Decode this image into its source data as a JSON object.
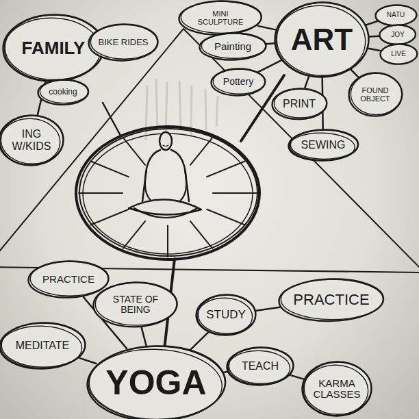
{
  "diagram": {
    "nodes": [
      {
        "text": [
          "FAMILY"
        ]
      },
      {
        "text": [
          "BIKE RIDES"
        ]
      },
      {
        "text": [
          "MINI SCULPTURE"
        ]
      },
      {
        "text": [
          "ART"
        ]
      },
      {
        "text": [
          "NATU"
        ]
      },
      {
        "text": [
          "JOY"
        ]
      },
      {
        "text": [
          "LIVE"
        ]
      },
      {
        "text": [
          "Painting"
        ]
      },
      {
        "text": [
          "Pottery"
        ]
      },
      {
        "text": [
          "cooking"
        ]
      },
      {
        "text": [
          "FOUND OBJECT"
        ]
      },
      {
        "text": [
          "PRINT"
        ]
      },
      {
        "text": [
          "ING W/KIDS"
        ]
      },
      {
        "text": [
          "SEWING"
        ]
      },
      {
        "text": [
          "PRACTICE"
        ]
      },
      {
        "text": [
          "STATE OF BEING"
        ]
      },
      {
        "text": [
          "PRACTICE"
        ]
      },
      {
        "text": [
          "STUDY"
        ]
      },
      {
        "text": [
          "MEDITATE"
        ]
      },
      {
        "text": [
          "YOGA"
        ]
      },
      {
        "text": [
          "TEACH"
        ]
      },
      {
        "text": [
          "KARMA CLASSES"
        ]
      }
    ],
    "edges": [
      {
        "from": 0,
        "to": 1,
        "arrow": "none"
      },
      {
        "from": 0,
        "to": 9,
        "arrow": "none"
      },
      {
        "from": 0,
        "to": 12,
        "arrow": "none"
      },
      {
        "from": 3,
        "to": 2,
        "arrow": "none"
      },
      {
        "from": 3,
        "to": 7,
        "arrow": "none"
      },
      {
        "from": 3,
        "to": 8,
        "arrow": "none"
      },
      {
        "from": 3,
        "to": 4,
        "arrow": "none"
      },
      {
        "from": 3,
        "to": 5,
        "arrow": "none"
      },
      {
        "from": 3,
        "to": 6,
        "arrow": "none"
      },
      {
        "from": 3,
        "to": 10,
        "arrow": "none"
      },
      {
        "from": 3,
        "to": 11,
        "arrow": "none"
      },
      {
        "from": 3,
        "to": 13,
        "arrow": "none"
      },
      {
        "from": 19,
        "to": 14,
        "arrow": "none"
      },
      {
        "from": 19,
        "to": 15,
        "arrow": "none"
      },
      {
        "from": 19,
        "to": 18,
        "arrow": "none"
      },
      {
        "from": 19,
        "to": 17,
        "arrow": "none"
      },
      {
        "from": 17,
        "to": 16,
        "arrow": "none"
      },
      {
        "from": 19,
        "to": 20,
        "arrow": "none"
      },
      {
        "from": 20,
        "to": 21,
        "arrow": "none"
      }
    ]
  }
}
